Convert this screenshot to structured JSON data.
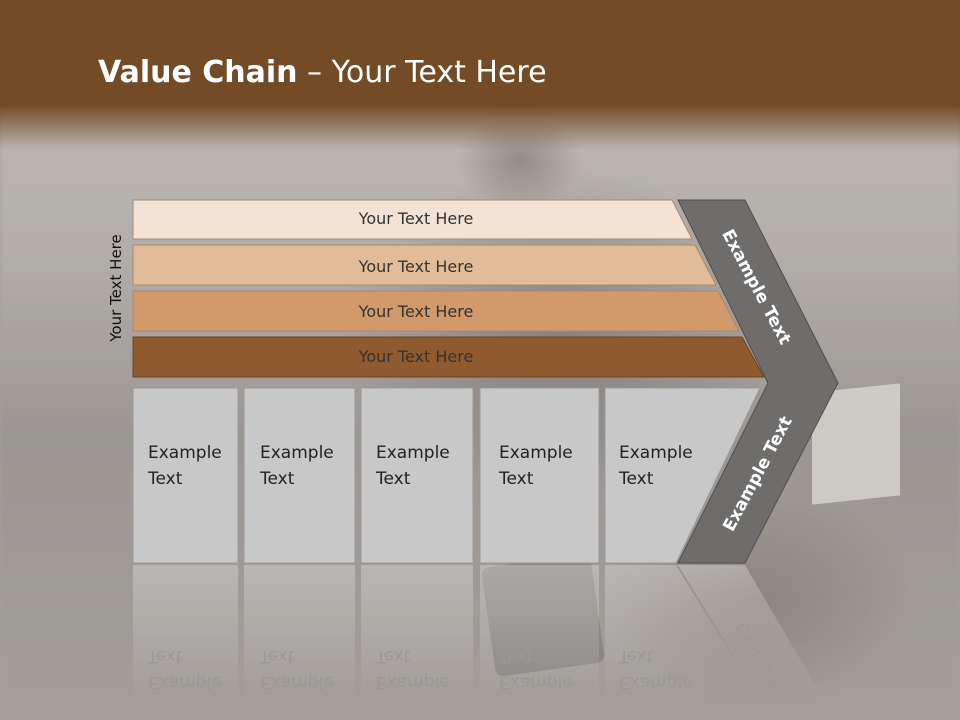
{
  "title": {
    "bold": "Value Chain",
    "rest": " – Your Text Here"
  },
  "side_label": "Your Text Here",
  "bars": [
    {
      "label": "Your Text Here",
      "color": "#f2e3d6"
    },
    {
      "label": "Your Text Here",
      "color": "#e2bc98"
    },
    {
      "label": "Your Text Here",
      "color": "#d29a6a"
    },
    {
      "label": "Your Text Here",
      "color": "#8f5a2e"
    }
  ],
  "columns": [
    {
      "line1": "Example",
      "line2": "Text"
    },
    {
      "line1": "Example",
      "line2": "Text"
    },
    {
      "line1": "Example",
      "line2": "Text"
    },
    {
      "line1": "Example",
      "line2": "Text"
    },
    {
      "line1": "Example",
      "line2": "Text"
    }
  ],
  "arrow": {
    "upper_label": "Example Text",
    "lower_label": "Example Text",
    "color": "#6e6d6c"
  },
  "colors": {
    "header": "#744b27",
    "column_fill": "#c8c8c8"
  }
}
